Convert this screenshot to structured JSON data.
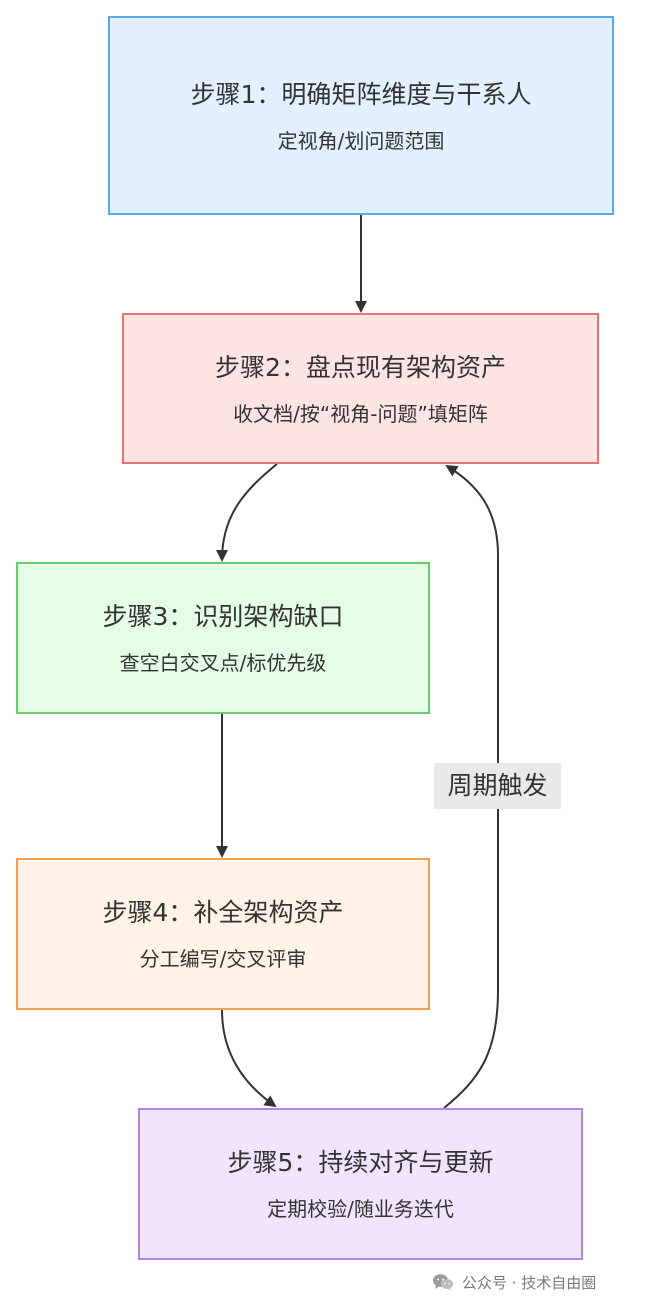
{
  "nodes": [
    {
      "id": "step1",
      "title": "步骤1：明确矩阵维度与干系人",
      "subtitle": "定视角/划问题范围",
      "fill": "#e3f1ff",
      "stroke": "#5aaaf0"
    },
    {
      "id": "step2",
      "title": "步骤2：盘点现有架构资产",
      "subtitle": "收文档/按“视角-问题”填矩阵",
      "fill": "#fde4e4",
      "stroke": "#ea7373"
    },
    {
      "id": "step3",
      "title": "步骤3：识别架构缺口",
      "subtitle": "查空白交叉点/标优先级",
      "fill": "#e5fde6",
      "stroke": "#66cf6b"
    },
    {
      "id": "step4",
      "title": "步骤4：补全架构资产",
      "subtitle": "分工编写/交叉评审",
      "fill": "#fff2e6",
      "stroke": "#f5a24b"
    },
    {
      "id": "step5",
      "title": "步骤5：持续对齐与更新",
      "subtitle": "定期校验/随业务迭代",
      "fill": "#f1e5fd",
      "stroke": "#b383df"
    }
  ],
  "edges": [
    {
      "from": "step1",
      "to": "step2",
      "label": ""
    },
    {
      "from": "step2",
      "to": "step3",
      "label": ""
    },
    {
      "from": "step3",
      "to": "step4",
      "label": ""
    },
    {
      "from": "step4",
      "to": "step5",
      "label": ""
    },
    {
      "from": "step5",
      "to": "step2",
      "label": "周期触发"
    }
  ],
  "watermark": {
    "text": "公众号 · 技术自由圈",
    "icon": "wechat-icon"
  },
  "colors": {
    "edge": "#333333",
    "edge_label_bg": "#e9e9e9"
  }
}
